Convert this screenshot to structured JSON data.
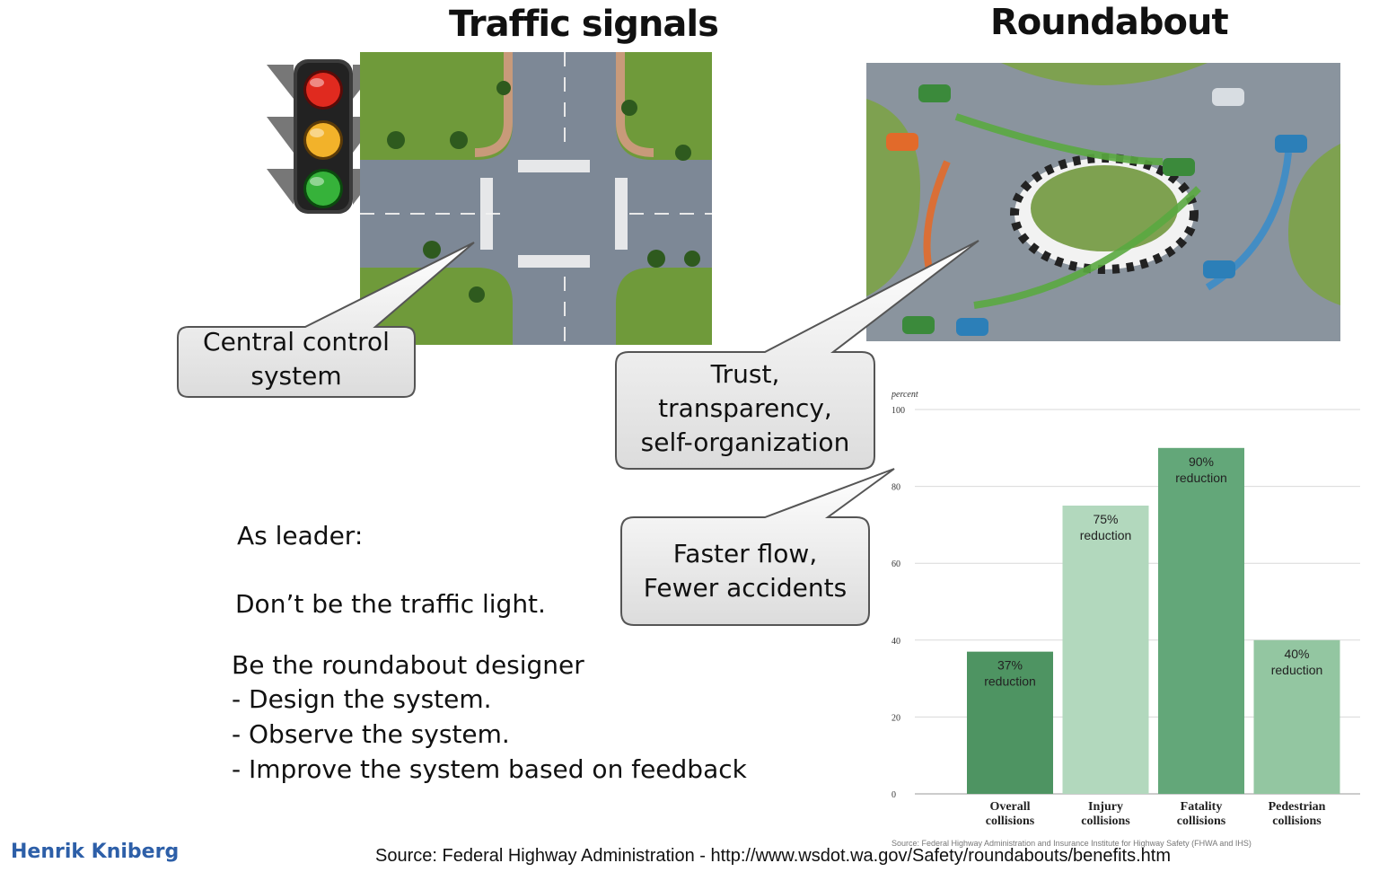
{
  "titles": {
    "left": "Traffic signals",
    "right": "Roundabout"
  },
  "bubbles": {
    "central": [
      "Central control",
      "system"
    ],
    "trust": [
      "Trust,",
      "transparency,",
      "self-organization"
    ],
    "flow": [
      "Faster flow,",
      "Fewer accidents"
    ]
  },
  "text_block": {
    "heading": "As leader:",
    "line1": "Don’t be the traffic light.",
    "line2": "Be the roundabout designer",
    "bullets": [
      "- Design the system.",
      "- Observe the system.",
      "- Improve the system based on feedback"
    ]
  },
  "footer": {
    "author": "Henrik Kniberg",
    "source": "Source: Federal Highway Administration - http://www.wsdot.wa.gov/Safety/roundabouts/benefits.htm"
  },
  "colors": {
    "light_red": "#e02a1f",
    "light_yellow": "#f2b22a",
    "light_green": "#36b23a",
    "grass": "#6f9a3a",
    "road": "#7d8896",
    "bar_overall": "#4e9462",
    "bar_injury": "#b2d8bd",
    "bar_fatality": "#63a779",
    "bar_pedestrian": "#93c6a1"
  },
  "chart_data": {
    "type": "bar",
    "ylabel": "percent",
    "ylim": [
      0,
      100
    ],
    "yticks": [
      0,
      20,
      40,
      60,
      80,
      100
    ],
    "categories": [
      [
        "Overall",
        "collisions"
      ],
      [
        "Injury",
        "collisions"
      ],
      [
        "Fatality",
        "collisions"
      ],
      [
        "Pedestrian",
        "collisions"
      ]
    ],
    "values": [
      37,
      75,
      90,
      40
    ],
    "data_labels": [
      [
        "37%",
        "reduction"
      ],
      [
        "75%",
        "reduction"
      ],
      [
        "90%",
        "reduction"
      ],
      [
        "40%",
        "reduction"
      ]
    ],
    "grid": true,
    "source_note": "Source: Federal Highway Administration and Insurance Institute for Highway Safety (FHWA and IHS)"
  }
}
